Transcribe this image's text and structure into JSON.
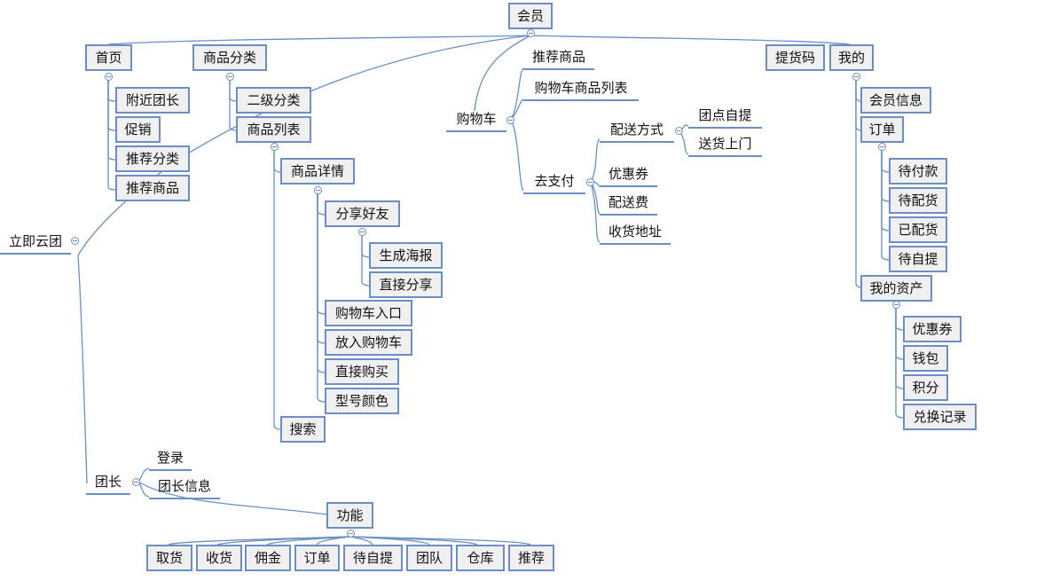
{
  "root": "立即云团",
  "member": "会员",
  "home": {
    "label": "首页",
    "children": [
      "附近团长",
      "促销",
      "推荐分类",
      "推荐商品"
    ]
  },
  "category": {
    "label": "商品分类",
    "sub": "二级分类",
    "list": "商品列表",
    "detail": "商品详情",
    "share": "分享好友",
    "share_children": [
      "生成海报",
      "直接分享"
    ],
    "detail_children": [
      "购物车入口",
      "放入购物车",
      "直接购买",
      "型号颜色"
    ],
    "search": "搜索"
  },
  "cart": {
    "label": "购物车",
    "children": [
      "推荐商品",
      "购物车商品列表"
    ],
    "pay": "去支付",
    "pay_children": [
      "配送方式",
      "优惠券",
      "配送费",
      "收货地址"
    ],
    "delivery_children": [
      "团点自提",
      "送货上门"
    ]
  },
  "pickup": "提货码",
  "mine": {
    "label": "我的",
    "info": "会员信息",
    "orders": "订单",
    "order_children": [
      "待付款",
      "待配货",
      "已配货",
      "待自提"
    ],
    "assets": "我的资产",
    "asset_children": [
      "优惠券",
      "钱包",
      "积分",
      "兑换记录"
    ]
  },
  "leader": {
    "label": "团长",
    "children": [
      "登录",
      "团长信息"
    ],
    "func": "功能",
    "func_children": [
      "取货",
      "收货",
      "佣金",
      "订单",
      "待自提",
      "团队",
      "仓库",
      "推荐"
    ]
  }
}
